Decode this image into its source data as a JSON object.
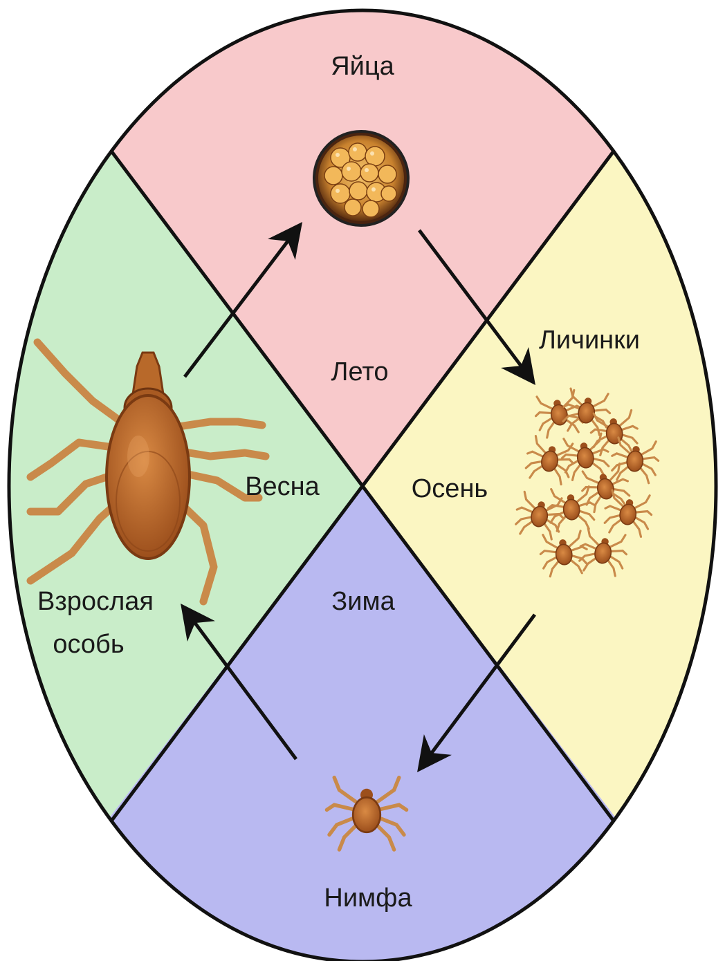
{
  "colors": {
    "summer": "#f8c9cb",
    "autumn": "#fbf6c2",
    "winter": "#b9b9f1",
    "spring": "#c9edc9",
    "outline": "#111111",
    "tick_body": "#b8692a",
    "tick_leg": "#c98a4a",
    "egg": "#e0a24a"
  },
  "seasons": {
    "summer": "Лето",
    "autumn": "Осень",
    "winter": "Зима",
    "spring": "Весна"
  },
  "stages": {
    "eggs": "Яйца",
    "larvae": "Личинки",
    "nymph": "Нимфа",
    "adult_line1": "Взрослая",
    "adult_line2": "особь"
  },
  "icons": {
    "eggs": "egg-cluster-icon",
    "larvae": "larvae-cluster-icon",
    "nymph": "nymph-tick-icon",
    "adult": "adult-tick-icon"
  }
}
